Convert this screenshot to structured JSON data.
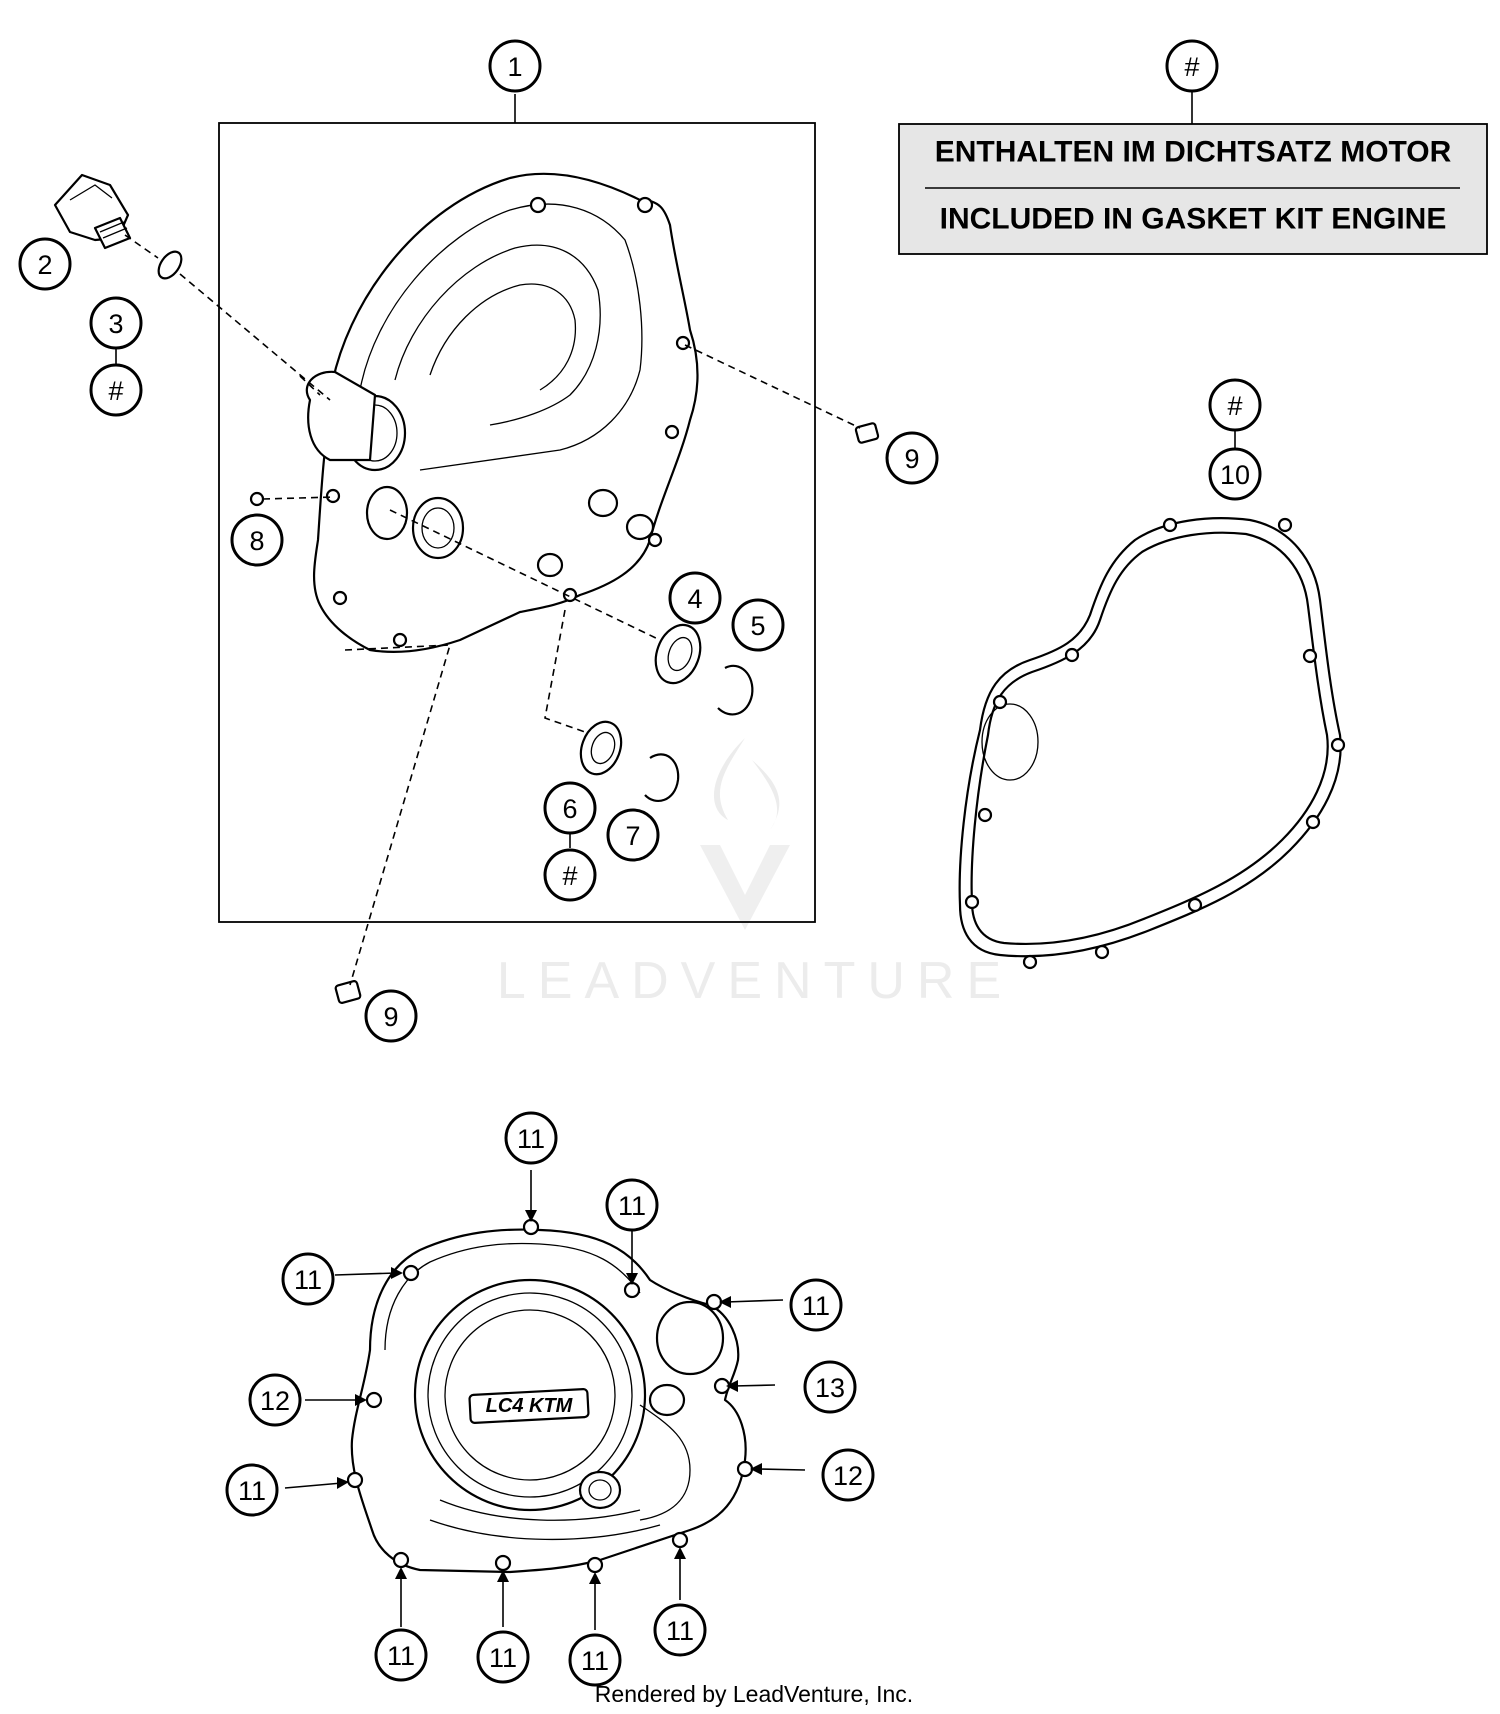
{
  "note_box": {
    "marker": "#",
    "line_de": "ENTHALTEN IM DICHTSATZ MOTOR",
    "line_en": "INCLUDED IN GASKET KIT ENGINE"
  },
  "watermark": {
    "brand": "LEADVENTURE"
  },
  "logo_text": "LC4 KTM",
  "footer": "Rendered by LeadVenture, Inc.",
  "callouts": [
    {
      "id": "c1",
      "label": "1"
    },
    {
      "id": "c2",
      "label": "2"
    },
    {
      "id": "c3",
      "label": "3"
    },
    {
      "id": "c3h",
      "label": "#"
    },
    {
      "id": "c4",
      "label": "4"
    },
    {
      "id": "c5",
      "label": "5"
    },
    {
      "id": "c6",
      "label": "6"
    },
    {
      "id": "c6h",
      "label": "#"
    },
    {
      "id": "c7",
      "label": "7"
    },
    {
      "id": "c8",
      "label": "8"
    },
    {
      "id": "c9a",
      "label": "9"
    },
    {
      "id": "c9b",
      "label": "9"
    },
    {
      "id": "c10h",
      "label": "#"
    },
    {
      "id": "c10",
      "label": "10"
    },
    {
      "id": "c11a",
      "label": "11"
    },
    {
      "id": "c11b",
      "label": "11"
    },
    {
      "id": "c11c",
      "label": "11"
    },
    {
      "id": "c11d",
      "label": "11"
    },
    {
      "id": "c11e",
      "label": "11"
    },
    {
      "id": "c11f",
      "label": "11"
    },
    {
      "id": "c11g",
      "label": "11"
    },
    {
      "id": "c11h",
      "label": "11"
    },
    {
      "id": "c11i",
      "label": "11"
    },
    {
      "id": "c12a",
      "label": "12"
    },
    {
      "id": "c12b",
      "label": "12"
    },
    {
      "id": "c13",
      "label": "13"
    }
  ]
}
